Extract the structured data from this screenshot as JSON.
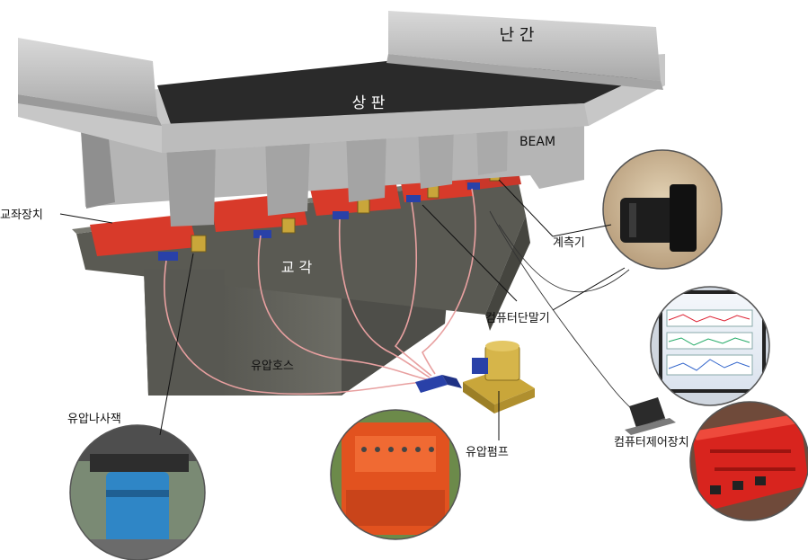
{
  "labels": {
    "railing": "난 간",
    "deck": "상 판",
    "beam": "BEAM",
    "bearing": "교좌장치",
    "sensor": "계측기",
    "pier": "교 각",
    "terminal": "컴퓨터단말기",
    "hose": "유압호스",
    "jack": "유압나사잭",
    "pump": "유압펌프",
    "controller": "컴퓨터제어장치"
  },
  "colors": {
    "deck_asphalt": "#2a2a2a",
    "concrete": "#bdbdbd",
    "pier": "#5e5e57",
    "bearing_red": "#d83a2a",
    "jack_blue": "#2f86c6",
    "pump_gold": "#c9a63a",
    "hose": "#e8a0a0"
  }
}
